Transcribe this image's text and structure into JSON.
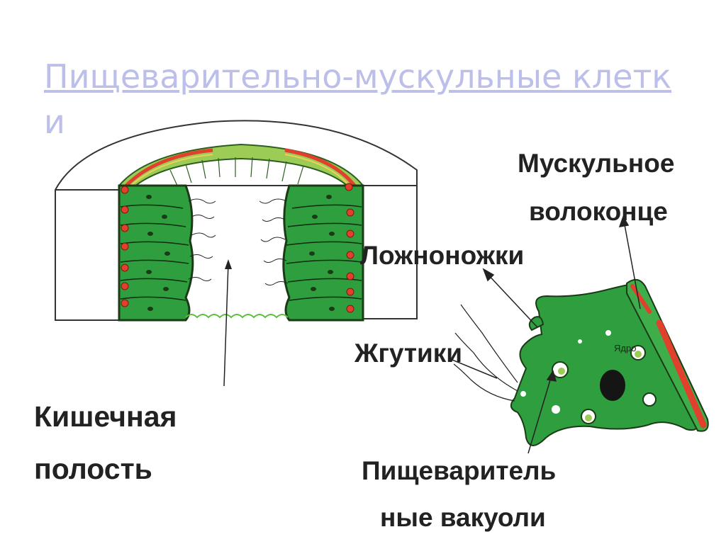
{
  "slide": {
    "title": "Пищеварительно-мускульные клетки"
  },
  "labels": {
    "muscle_fiber_line1": "Мускульное",
    "muscle_fiber_line2": "волоконце",
    "pseudopods": "Ложноножки",
    "flagella": "Жгутики",
    "nucleus": "Ядро",
    "gut_cavity_line1": "Кишечная",
    "gut_cavity_line2": "полость",
    "vacuoles_line1": "Пищеваритель",
    "vacuoles_line2": "ные вакуоли"
  },
  "colors": {
    "cell_green": "#2e9e3e",
    "cell_dark": "#1b5e22",
    "muscle_red": "#e0402c",
    "muscle_yellow": "#e8d25a",
    "light_green": "#a6d96a",
    "title": "#b9bce8"
  }
}
